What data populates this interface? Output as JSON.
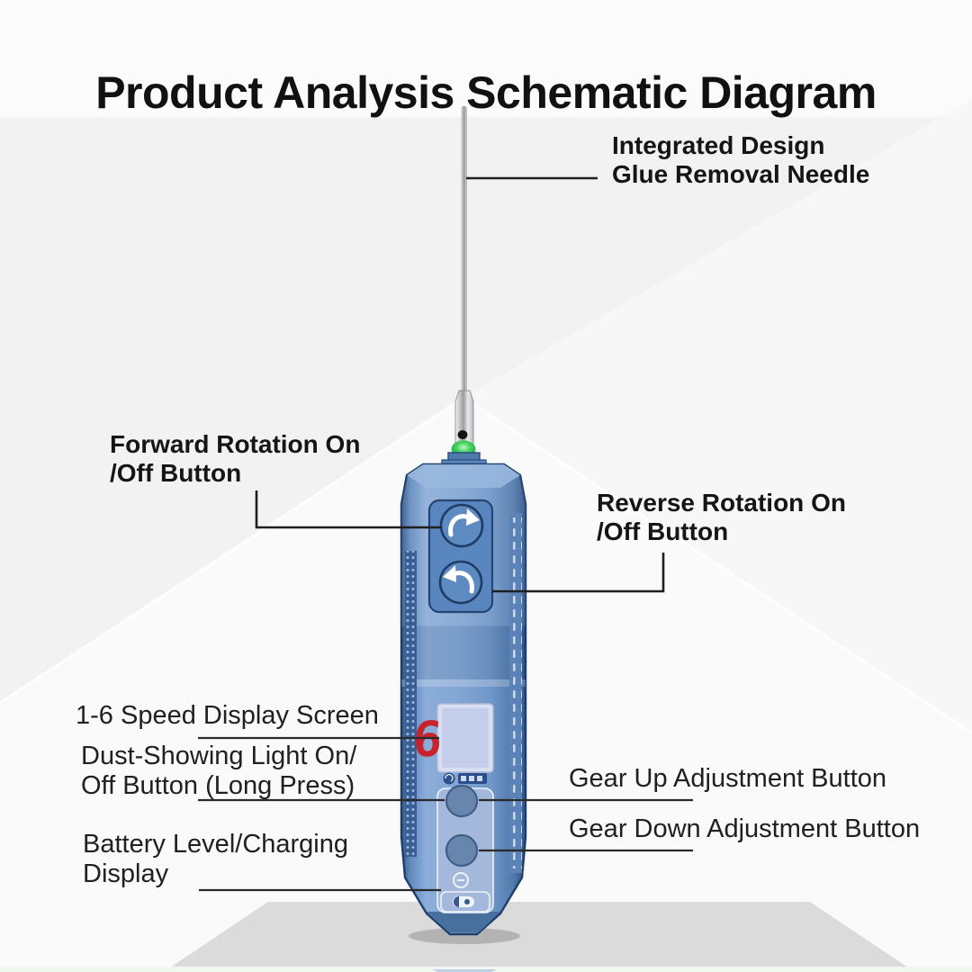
{
  "title": "Product Analysis Schematic Diagram",
  "labels": {
    "needle_line1": "Integrated Design",
    "needle_line2": "Glue Removal Needle",
    "forward_line1": "Forward Rotation On",
    "forward_line2": "/Off Button",
    "reverse_line1": "Reverse Rotation On",
    "reverse_line2": "/Off Button",
    "speed": "1-6 Speed Display Screen",
    "dust_line1": "Dust-Showing Light On/",
    "dust_line2": "Off Button (Long Press)",
    "battery_line1": "Battery Level/Charging",
    "battery_line2": "Display",
    "gear_up": "Gear Up Adjustment Button",
    "gear_down": "Gear Down Adjustment Button"
  },
  "device": {
    "speed_display_value": "6",
    "speed_display_digit_color": "#c8232c",
    "speed_display_bg_color": "#c4cdea",
    "body_color": "#6d96c9",
    "button_panel_color": "#5a86bf",
    "collet_color": "#3ecf57",
    "icons": {
      "forward_button": "clockwise-arrow-icon",
      "reverse_button": "counterclockwise-arrow-icon",
      "below_gear_down": "minus-circle-icon",
      "bottom": "battery-icon",
      "above_buttons": "brand-logo"
    }
  },
  "scene": {
    "background_color": "#f2f2f3",
    "platform_color": "#dbdbdc",
    "connector_color": "#1f1f1f"
  }
}
